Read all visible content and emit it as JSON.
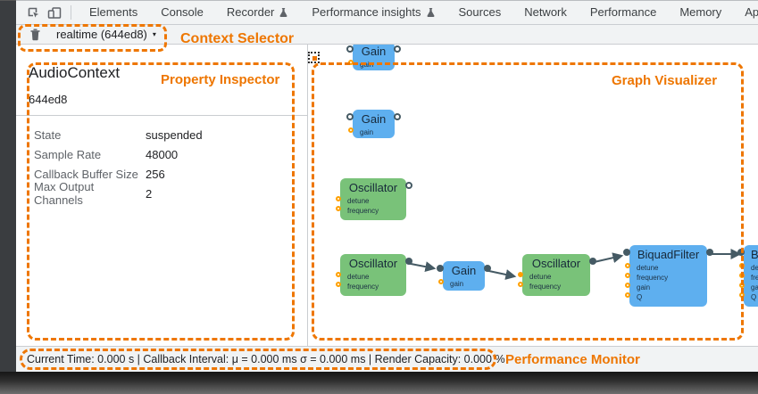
{
  "toolbar": {
    "tabs": [
      "Elements",
      "Console",
      "Recorder",
      "Performance insights",
      "Sources",
      "Network",
      "Performance",
      "Memory",
      "Application"
    ]
  },
  "context_selector": {
    "value": "realtime (644ed8)",
    "caret": "▾"
  },
  "inspector": {
    "title": "AudioContext",
    "context_id": "644ed8",
    "properties": [
      {
        "label": "State",
        "value": "suspended"
      },
      {
        "label": "Sample Rate",
        "value": "48000"
      },
      {
        "label": "Callback Buffer Size",
        "value": "256"
      },
      {
        "label": "Max Output Channels",
        "value": "2"
      }
    ]
  },
  "graph": {
    "nodes": [
      {
        "title": "Gain",
        "params": [
          "gain"
        ]
      },
      {
        "title": "Gain",
        "params": [
          "gain"
        ]
      },
      {
        "title": "Oscillator",
        "params": [
          "detune",
          "frequency"
        ]
      },
      {
        "title": "Oscillator",
        "params": [
          "detune",
          "frequency"
        ]
      },
      {
        "title": "Gain",
        "params": [
          "gain"
        ]
      },
      {
        "title": "Oscillator",
        "params": [
          "detune",
          "frequency"
        ]
      },
      {
        "title": "BiquadFilter",
        "params": [
          "detune",
          "frequency",
          "gain",
          "Q"
        ]
      },
      {
        "title": "BiquadFilter",
        "params": [
          "detune",
          "frequency",
          "gain",
          "Q"
        ]
      }
    ]
  },
  "performance_monitor": {
    "text": "Current Time: 0.000 s | Callback Interval: μ = 0.000 ms σ = 0.000 ms | Render Capacity: 0.000 %"
  },
  "annotations": {
    "context_selector": "Context Selector",
    "property_inspector": "Property Inspector",
    "graph_visualizer": "Graph Visualizer",
    "performance_monitor": "Performance Monitor"
  },
  "icons": {
    "inspect": "inspect-cursor",
    "device_toolbar": "device-toolbar",
    "flask": "experimental-flask",
    "trash": "delete-context",
    "caret": "dropdown-caret"
  },
  "colors": {
    "annotation_orange": "#ee7600",
    "node_green": "#79c279",
    "node_blue": "#5eafef",
    "port_dark": "#455a64",
    "port_param_orange": "#ffa000",
    "toolbar_bg": "#f1f3f4"
  }
}
